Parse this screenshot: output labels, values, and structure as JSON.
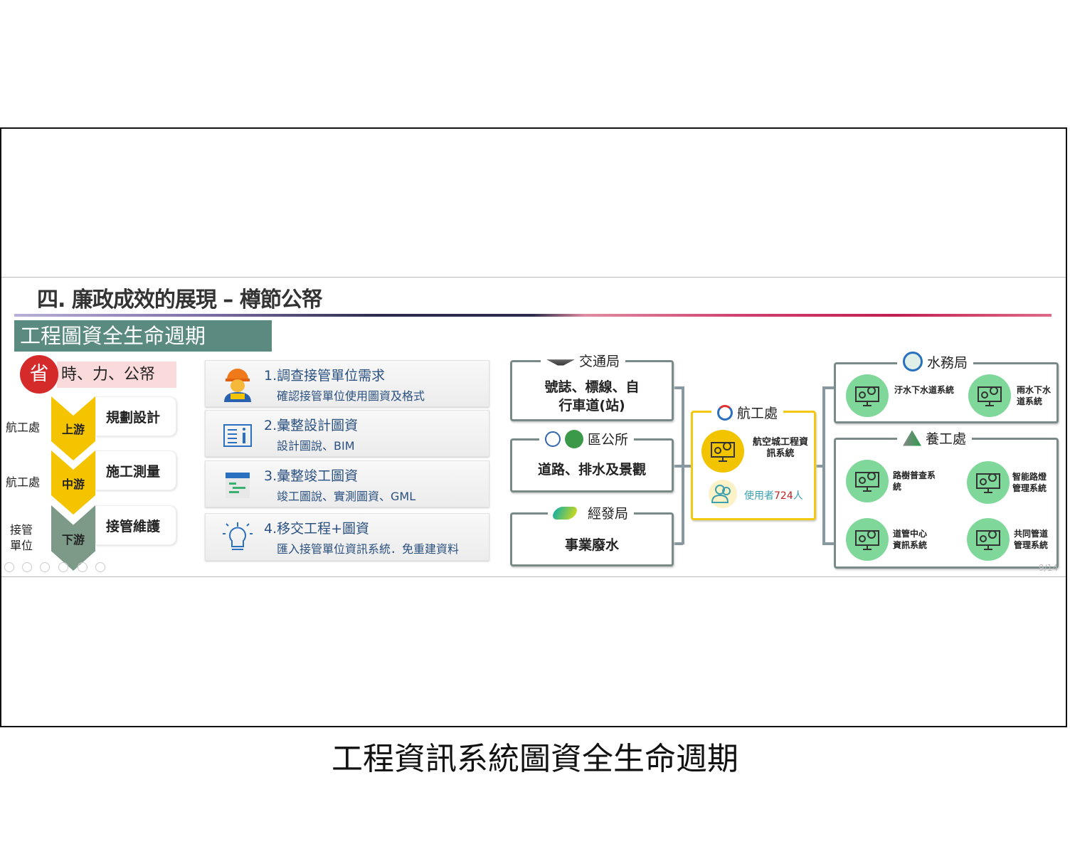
{
  "slide": {
    "title": "四. 廉政成效的展現 – 樽節公帑",
    "subtitle": "工程圖資全生命週期",
    "save_char": "省",
    "save_text": "時、力、公帑",
    "stages": [
      {
        "unit": "航工處",
        "stream": "上游",
        "task": "規劃設計"
      },
      {
        "unit": "航工處",
        "stream": "中游",
        "task": "施工測量"
      },
      {
        "unit": "接管單位",
        "stream": "下游",
        "task": "接管維護"
      }
    ],
    "steps": [
      {
        "title": "1.調查接管單位需求",
        "sub": "確認接管單位使用圖資及格式",
        "icon": "worker-icon"
      },
      {
        "title": "2.彙整設計圖資",
        "sub": "設計圖說、BIM",
        "icon": "document-info-icon"
      },
      {
        "title": "3.彙整竣工圖資",
        "sub": "竣工圖說、實測圖資、GML",
        "icon": "calendar-chart-icon"
      },
      {
        "title": "4.移交工程+圖資",
        "sub": "匯入接管單位資訊系統．免重建資料",
        "icon": "lightbulb-icon"
      }
    ],
    "orgs_left": [
      {
        "name": "交通局",
        "body": "號誌、標線、自行車道(站)"
      },
      {
        "name": "區公所",
        "body": "道路、排水及景觀"
      },
      {
        "name": "經發局",
        "body": "事業廢水"
      }
    ],
    "center": {
      "name": "航工處",
      "system": "航空城工程資訊系統",
      "users_label": "使用者",
      "users_count": "724",
      "users_suffix": "人"
    },
    "water": {
      "name": "水務局",
      "systems": [
        "汙水下水道系統",
        "雨水下水道系統"
      ]
    },
    "maint": {
      "name": "養工處",
      "systems": [
        "路樹普查系統",
        "智能路燈管理系統",
        "道管中心資訊系統",
        "共同管道管理系統"
      ]
    },
    "page": "9/14"
  },
  "caption": "工程資訊系統圖資全生命週期",
  "colors": {
    "teal": "#5a8a80",
    "yellow": "#f2c811",
    "red": "#d42a2a",
    "green": "#7fd89a",
    "gray_green": "#7d9a88"
  }
}
